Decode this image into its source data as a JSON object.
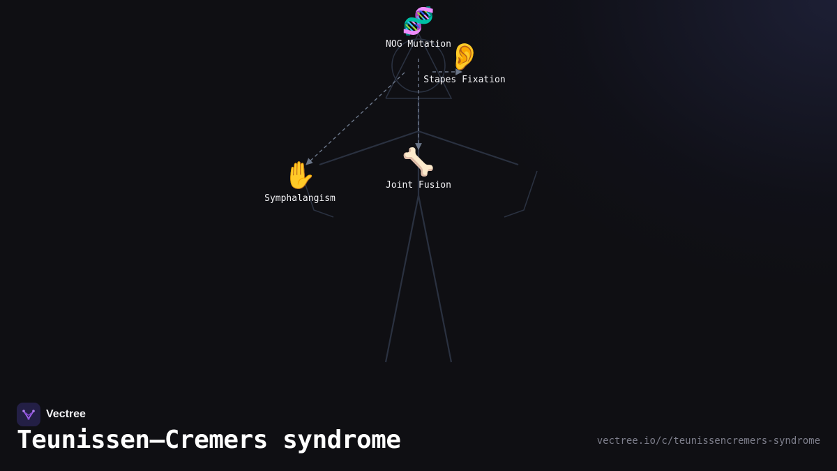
{
  "diagram": {
    "nodes": [
      {
        "id": "nog",
        "icon": "dna-icon",
        "emoji": "🧬",
        "label": "NOG Mutation"
      },
      {
        "id": "stapes",
        "icon": "ear-icon",
        "emoji": "👂",
        "label": "Stapes Fixation"
      },
      {
        "id": "joint",
        "icon": "bone-icon",
        "emoji": "🦴",
        "label": "Joint Fusion"
      },
      {
        "id": "hand",
        "icon": "raised-hand-icon",
        "emoji": "✋",
        "label": "Symphalangism"
      }
    ],
    "edges": [
      {
        "from": "nog",
        "to": "stapes",
        "style": "dashed"
      },
      {
        "from": "nog",
        "to": "joint",
        "style": "dashed"
      },
      {
        "from": "nog",
        "to": "hand",
        "style": "dashed"
      }
    ]
  },
  "brand": {
    "name": "Vectree",
    "icon": "vectree-logo-icon",
    "accent": "#9b5de5"
  },
  "title": "Teunissen–Cremers syndrome",
  "url": "vectree.io/c/teunissencremers-syndrome",
  "colors": {
    "background": "#0f0f13",
    "figure_stroke": "#2a3140",
    "arrow": "#6b7689",
    "text": "#f1f1f4",
    "url_text": "#7e7f8c"
  }
}
